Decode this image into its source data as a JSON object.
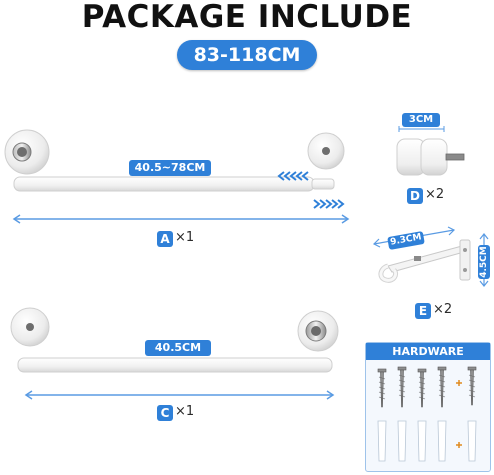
{
  "title": "PACKAGE INCLUDE",
  "size_range": "83-118CM",
  "items": {
    "A": {
      "letter": "A",
      "qty": "×1",
      "length_label": "40.5~78CM"
    },
    "C": {
      "letter": "C",
      "qty": "×1",
      "length_label": "40.5CM"
    },
    "D": {
      "letter": "D",
      "qty": "×2",
      "dim_label": "3CM"
    },
    "E": {
      "letter": "E",
      "qty": "×2",
      "width_label": "9.3CM",
      "height_label": "4.5CM"
    }
  },
  "hardware": {
    "title": "HARDWARE"
  },
  "colors": {
    "accent": "#2f80d8",
    "rod": "#f2f2f2",
    "outline": "#c9c9c9",
    "metal": "#9a9a9a"
  }
}
